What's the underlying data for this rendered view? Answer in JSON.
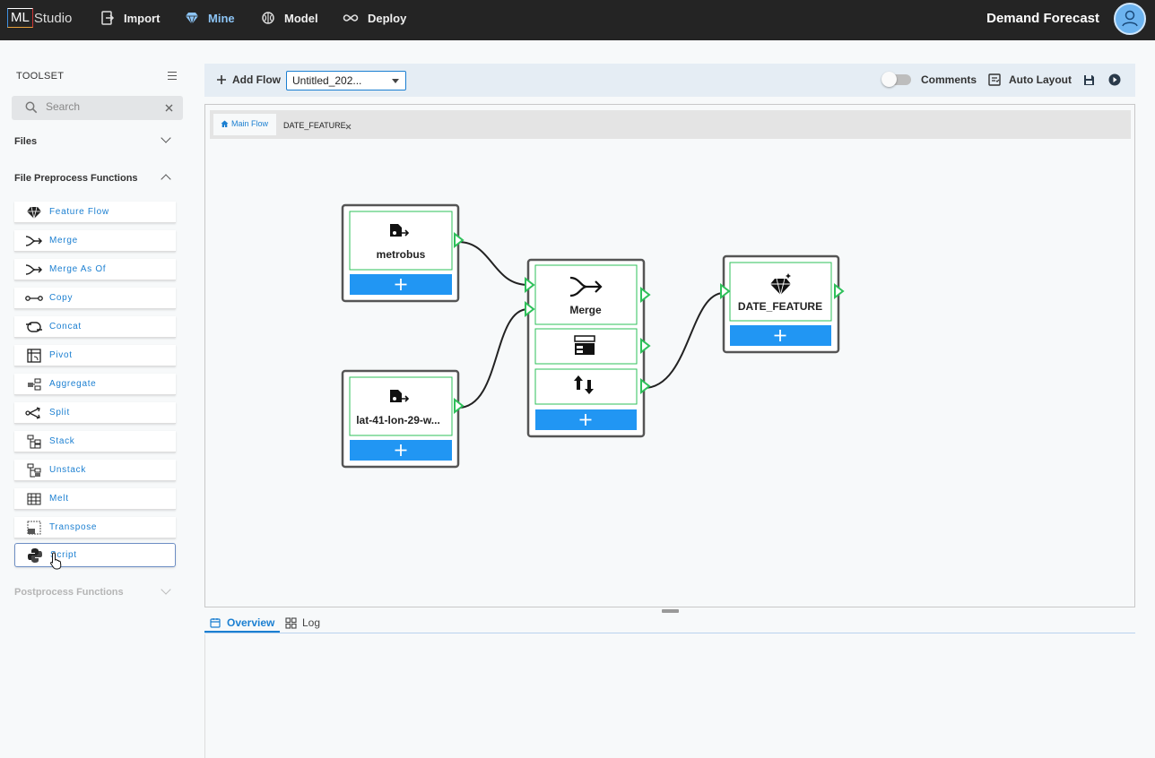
{
  "topbar": {
    "logo_box": "ML",
    "logo_text": "Studio",
    "nav": [
      {
        "label": "Import",
        "icon": "import-icon"
      },
      {
        "label": "Mine",
        "icon": "diamond-icon",
        "active": true
      },
      {
        "label": "Model",
        "icon": "brain-icon"
      },
      {
        "label": "Deploy",
        "icon": "infinity-icon"
      }
    ],
    "project_name": "Demand Forecast",
    "accent_color": "#8cc4f5"
  },
  "sidebar": {
    "title": "TOOLSET",
    "search_placeholder": "Search",
    "sections": {
      "files": "Files",
      "preprocess": "File Preprocess Functions",
      "postprocess": "Postprocess Functions"
    },
    "tools": [
      {
        "label": "Feature Flow",
        "icon": "diamond-icon"
      },
      {
        "label": "Merge",
        "icon": "merge-icon"
      },
      {
        "label": "Merge As Of",
        "icon": "merge-icon"
      },
      {
        "label": "Copy",
        "icon": "copy-icon"
      },
      {
        "label": "Concat",
        "icon": "concat-icon"
      },
      {
        "label": "Pivot",
        "icon": "pivot-icon"
      },
      {
        "label": "Aggregate",
        "icon": "aggregate-icon"
      },
      {
        "label": "Split",
        "icon": "split-icon"
      },
      {
        "label": "Stack",
        "icon": "stack-icon"
      },
      {
        "label": "Unstack",
        "icon": "unstack-icon"
      },
      {
        "label": "Melt",
        "icon": "melt-icon"
      },
      {
        "label": "Transpose",
        "icon": "transpose-icon"
      },
      {
        "label": "Script",
        "icon": "python-icon",
        "selected": true
      }
    ]
  },
  "workspace": {
    "add_flow": "Add Flow",
    "flow_select": "Untitled_202...",
    "comments": "Comments",
    "comments_on": false,
    "auto_layout": "Auto Layout",
    "tabs": {
      "main": "Main Flow",
      "date_feature": "DATE_FEATURE"
    },
    "nodes": {
      "metrobus": "metrobus",
      "latlon": "lat-41-lon-29-w...",
      "merge": "Merge",
      "date_feature": "DATE_FEATURE"
    },
    "bottom_tabs": {
      "overview": "Overview",
      "log": "Log"
    }
  }
}
